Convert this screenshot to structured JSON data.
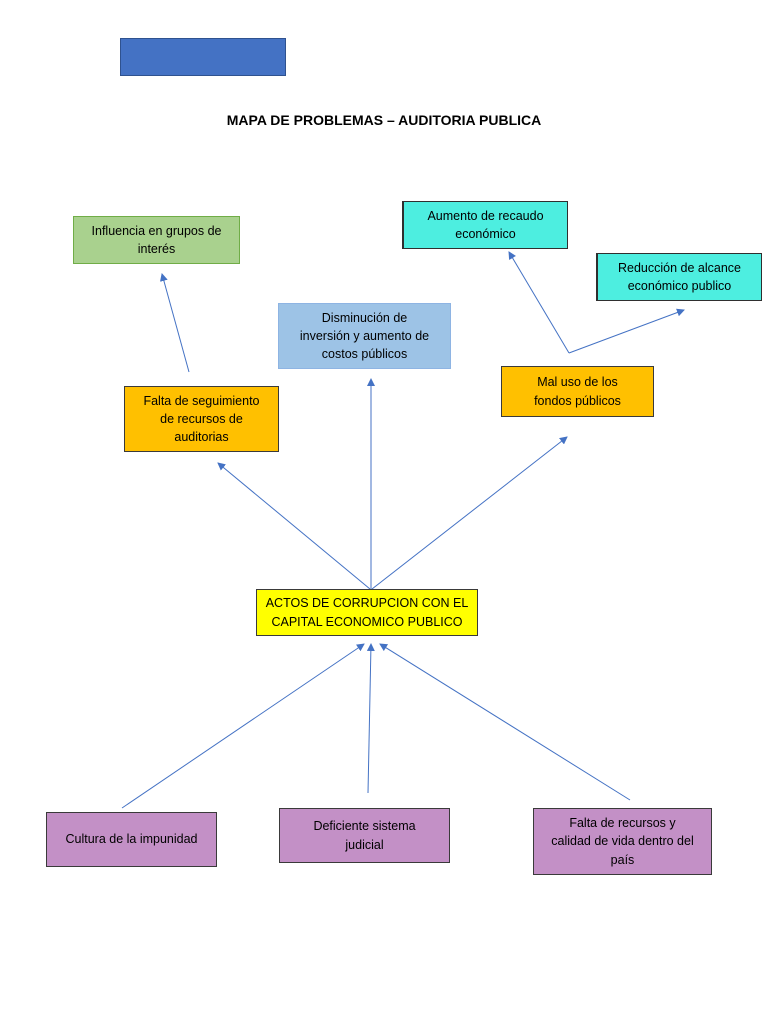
{
  "title": "MAPA DE PROBLEMAS – AUDITORIA PUBLICA",
  "colors": {
    "header_bar": "#4472c4",
    "effect_green": "#a9d18e",
    "effect_cyan": "#4deee0",
    "effect_lightblue": "#9dc3e6",
    "effect_orange": "#ffc000",
    "central_yellow": "#ffff00",
    "cause_purple": "#c390c6",
    "arrow": "#4472c4"
  },
  "nodes": {
    "influencia": "Influencia en grupos de\ninterés",
    "aumento_recaudo": "Aumento de recaudo\neconómico",
    "reduccion_alcance": "Reducción de alcance\neconómico publico",
    "disminucion_inversion": "Disminución de\ninversión y aumento de\ncostos públicos",
    "falta_seguimiento": "Falta de seguimiento\nde recursos de\nauditorias",
    "mal_uso": "Mal uso de los\nfondos públicos",
    "central": "ACTOS DE CORRUPCION CON EL\nCAPITAL ECONOMICO PUBLICO",
    "cultura_impunidad": "Cultura de la impunidad",
    "deficiente_sistema": "Deficiente sistema\njudicial",
    "falta_recursos": "Falta de recursos y\ncalidad de vida dentro del\npaís"
  }
}
